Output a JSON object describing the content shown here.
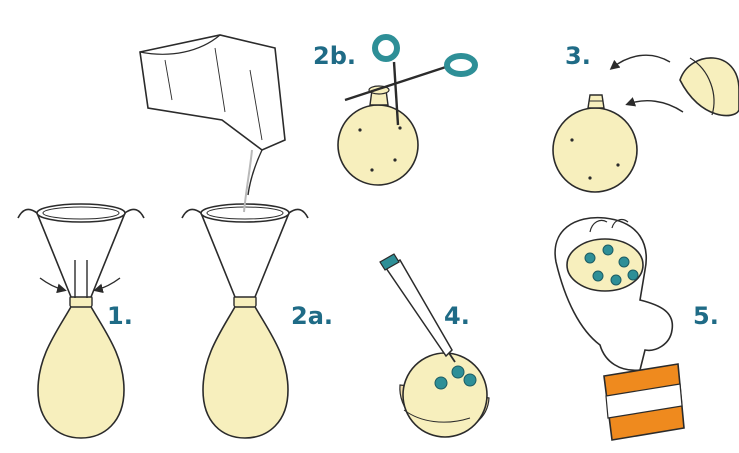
{
  "steps": [
    {
      "id": "1",
      "label": "1."
    },
    {
      "id": "2a",
      "label": "2a."
    },
    {
      "id": "2b",
      "label": "2b."
    },
    {
      "id": "3",
      "label": "3."
    },
    {
      "id": "4",
      "label": "4."
    },
    {
      "id": "5",
      "label": "5."
    }
  ],
  "colors": {
    "label": "#1f6b86",
    "flour": "#f7efbd",
    "teal": "#2e8f97",
    "orange": "#ef8a1e",
    "line": "#2b2b2b"
  }
}
